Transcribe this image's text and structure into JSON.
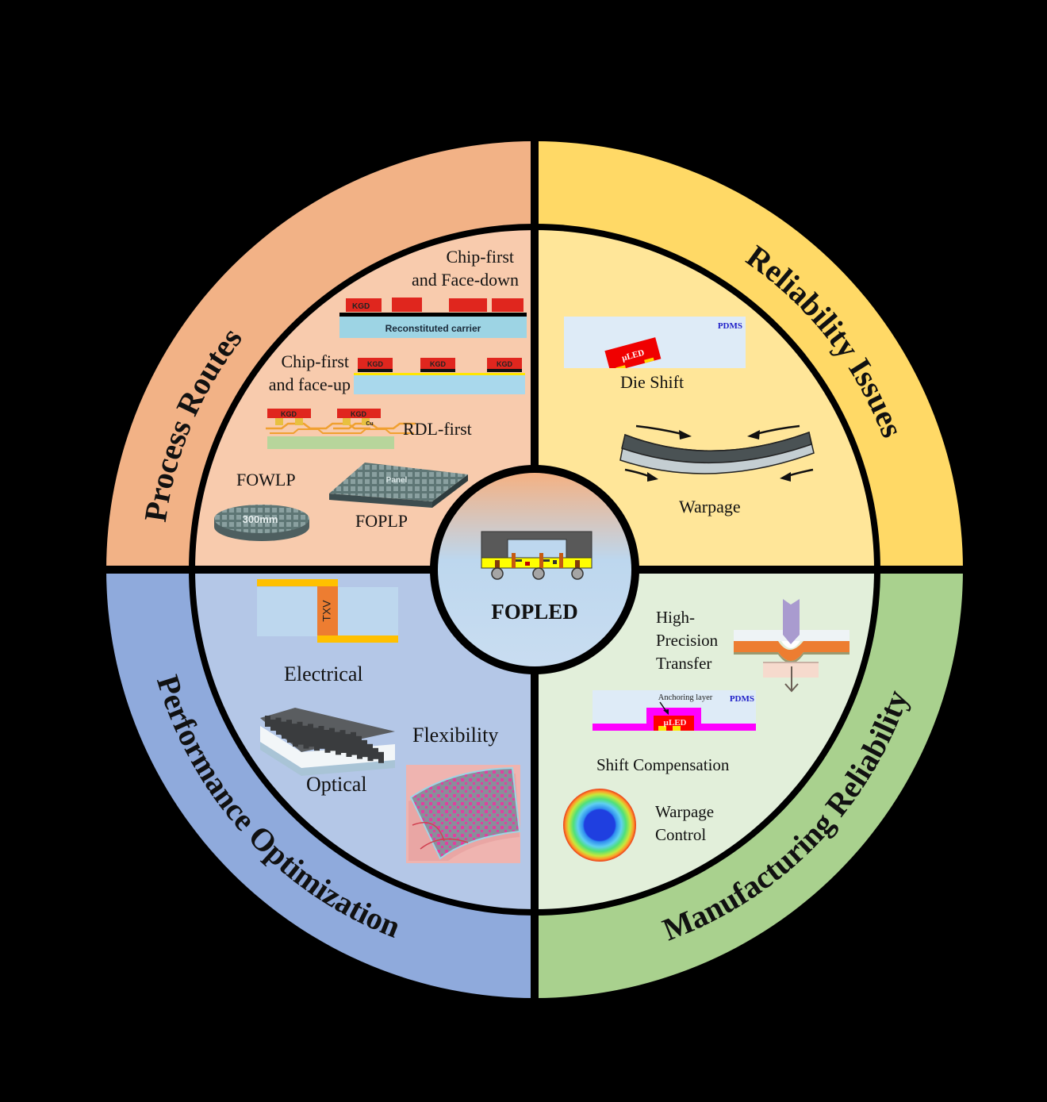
{
  "center": {
    "title": "FOPLED",
    "icon": "package-cross-section-icon"
  },
  "quadrants": {
    "process_routes": {
      "title": "Process Routes",
      "outer_color": "#F2B286",
      "inner_color": "#F8CBAD",
      "items": {
        "chip_first_face_down": {
          "label_line1": "Chip-first",
          "label_line2": "and Face-down",
          "chip_label": "KGD",
          "carrier_label": "Reconstituted carrier"
        },
        "chip_first_face_up": {
          "label_line1": "Chip-first",
          "label_line2": "and face-up",
          "chip_labels": [
            "KGD",
            "KGD",
            "KGD"
          ]
        },
        "rdl_first": {
          "label": "RDL-first",
          "chip_labels": [
            "KGD",
            "KGD"
          ],
          "cu_label": "Cu"
        },
        "fowlp": {
          "label": "FOWLP",
          "wafer_label": "300mm"
        },
        "foplp": {
          "label": "FOPLP",
          "panel_label": "Panel"
        }
      }
    },
    "reliability_issues": {
      "title": "Reliability Issues",
      "outer_color": "#FFD966",
      "inner_color": "#FFE699",
      "items": {
        "die_shift": {
          "label": "Die Shift",
          "chip_label": "µLED",
          "material_label": "PDMS"
        },
        "warpage": {
          "label": "Warpage"
        }
      }
    },
    "performance_optimization": {
      "title": "Performance Optimization",
      "outer_color": "#8FAADC",
      "inner_color": "#B4C7E7",
      "items": {
        "electrical": {
          "label": "Electrical",
          "via_label": "TXV"
        },
        "optical": {
          "label": "Optical"
        },
        "flexibility": {
          "label": "Flexibility"
        }
      }
    },
    "manufacturing_reliability": {
      "title": "Manufacturing Reliability",
      "outer_color": "#A9D18E",
      "inner_color": "#E2EFDA",
      "items": {
        "high_precision_transfer": {
          "label_line1": "High-",
          "label_line2": "Precision",
          "label_line3": "Transfer"
        },
        "shift_compensation": {
          "label": "Shift Compensation",
          "annotation": "Anchoring layer",
          "material_label": "PDMS",
          "chip_label": "µLED"
        },
        "warpage_control": {
          "label_line1": "Warpage",
          "label_line2": "Control"
        }
      }
    }
  }
}
